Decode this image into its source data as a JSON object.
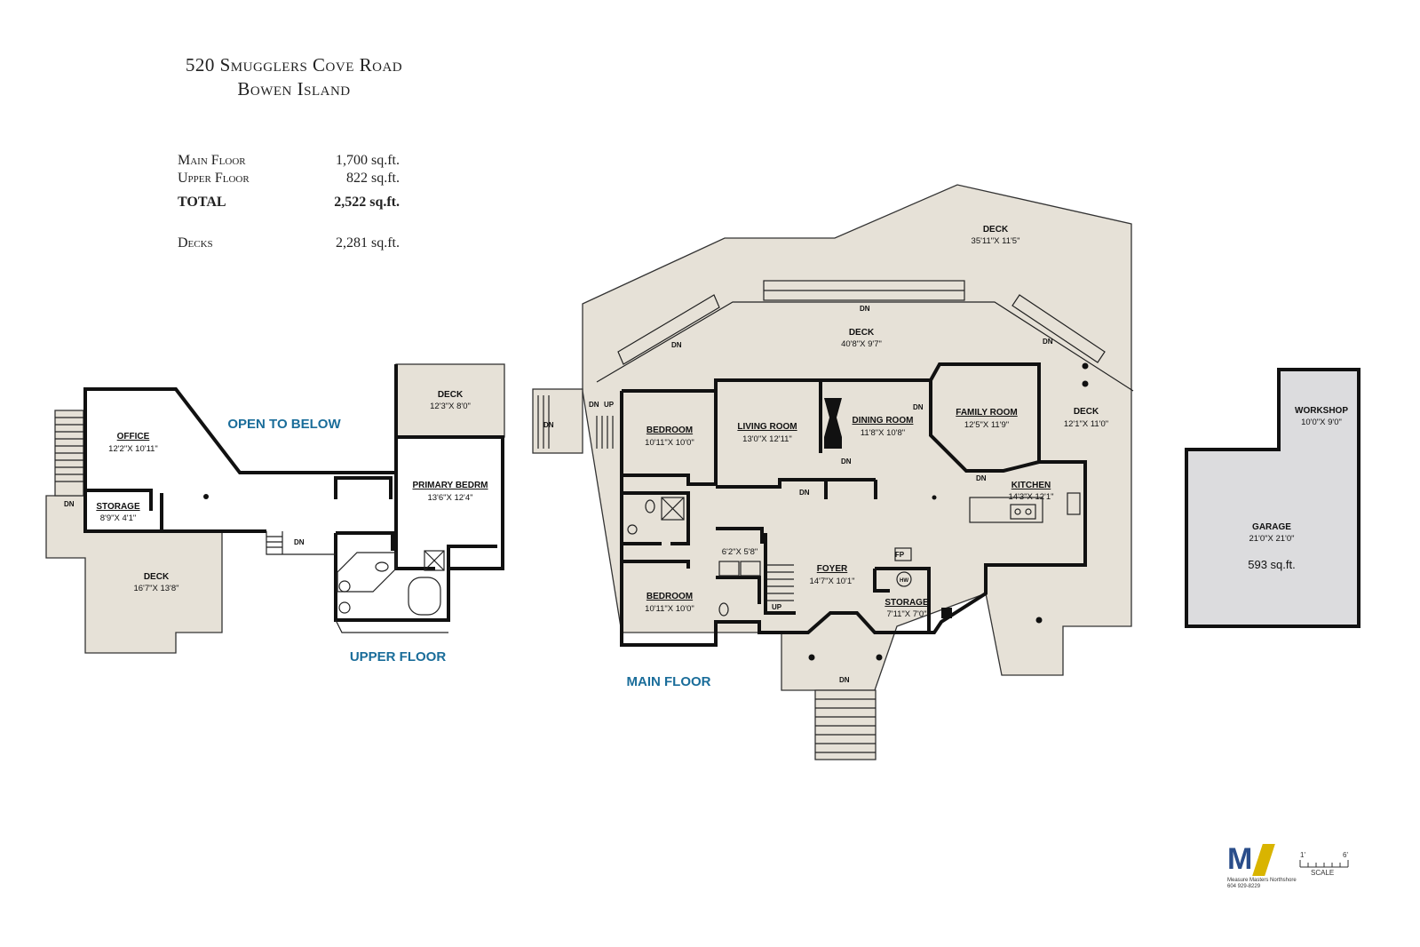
{
  "title": {
    "line1": "520 Smugglers Cove Road",
    "line2": "Bowen Island"
  },
  "areas": [
    {
      "label": "Main Floor",
      "value": "1,700 sq.ft.",
      "bold": false
    },
    {
      "label": "Upper Floor",
      "value": "822 sq.ft.",
      "bold": false
    },
    {
      "label": "TOTAL",
      "value": "2,522 sq.ft.",
      "bold": true
    },
    {
      "label": "Decks",
      "value": "2,281 sq.ft.",
      "bold": false
    }
  ],
  "floors": {
    "upper": "UPPER FLOOR",
    "main": "MAIN FLOOR",
    "open_to_below": "OPEN TO BELOW"
  },
  "rooms": {
    "office": {
      "name": "OFFICE",
      "dims": "12'2\"X 10'11\""
    },
    "storage_upper": {
      "name": "STORAGE",
      "dims": "8'9\"X 4'1\""
    },
    "deck_upper_left": {
      "name": "DECK",
      "dims": "16'7\"X 13'8\""
    },
    "deck_upper_top": {
      "name": "DECK",
      "dims": "12'3\"X 8'0\""
    },
    "primary_bedrm": {
      "name": "PRIMARY BEDRM",
      "dims": "13'6\"X 12'4\""
    },
    "deck_large": {
      "name": "DECK",
      "dims": "35'11\"X 11'5\""
    },
    "deck_mid": {
      "name": "DECK",
      "dims": "40'8\"X 9'7\""
    },
    "deck_right": {
      "name": "DECK",
      "dims": "12'1\"X 11'0\""
    },
    "bedroom_top": {
      "name": "BEDROOM",
      "dims": "10'11\"X 10'0\""
    },
    "living_room": {
      "name": "LIVING ROOM",
      "dims": "13'0\"X 12'11\""
    },
    "dining_room": {
      "name": "DINING ROOM",
      "dims": "11'8\"X 10'8\""
    },
    "family_room": {
      "name": "FAMILY ROOM",
      "dims": "12'5\"X 11'9\""
    },
    "kitchen": {
      "name": "KITCHEN",
      "dims": "14'3\"X 12'1\""
    },
    "laundry": {
      "dims": "6'2\"X 5'8\""
    },
    "foyer": {
      "name": "FOYER",
      "dims": "14'7\"X 10'1\""
    },
    "storage_main": {
      "name": "STORAGE",
      "dims": "7'11\"X 7'0\""
    },
    "bedroom_bottom": {
      "name": "BEDROOM",
      "dims": "10'11\"X 10'0\""
    },
    "workshop": {
      "name": "WORKSHOP",
      "dims": "10'0\"X 9'0\""
    },
    "garage": {
      "name": "GARAGE",
      "dims": "21'0\"X 21'0\"",
      "area": "593 sq.ft."
    }
  },
  "labels": {
    "dn": "DN",
    "up": "UP",
    "fp": "FP",
    "hw": "HW"
  },
  "logo": {
    "line1": "Measure Masters Northshore",
    "line2": "604 929-8229"
  },
  "scale": {
    "left": "1'",
    "right": "6'",
    "label": "SCALE"
  },
  "colors": {
    "deck": "#e6e1d7",
    "garage": "#dcdcde",
    "floor_label": "#1a6d9a"
  }
}
